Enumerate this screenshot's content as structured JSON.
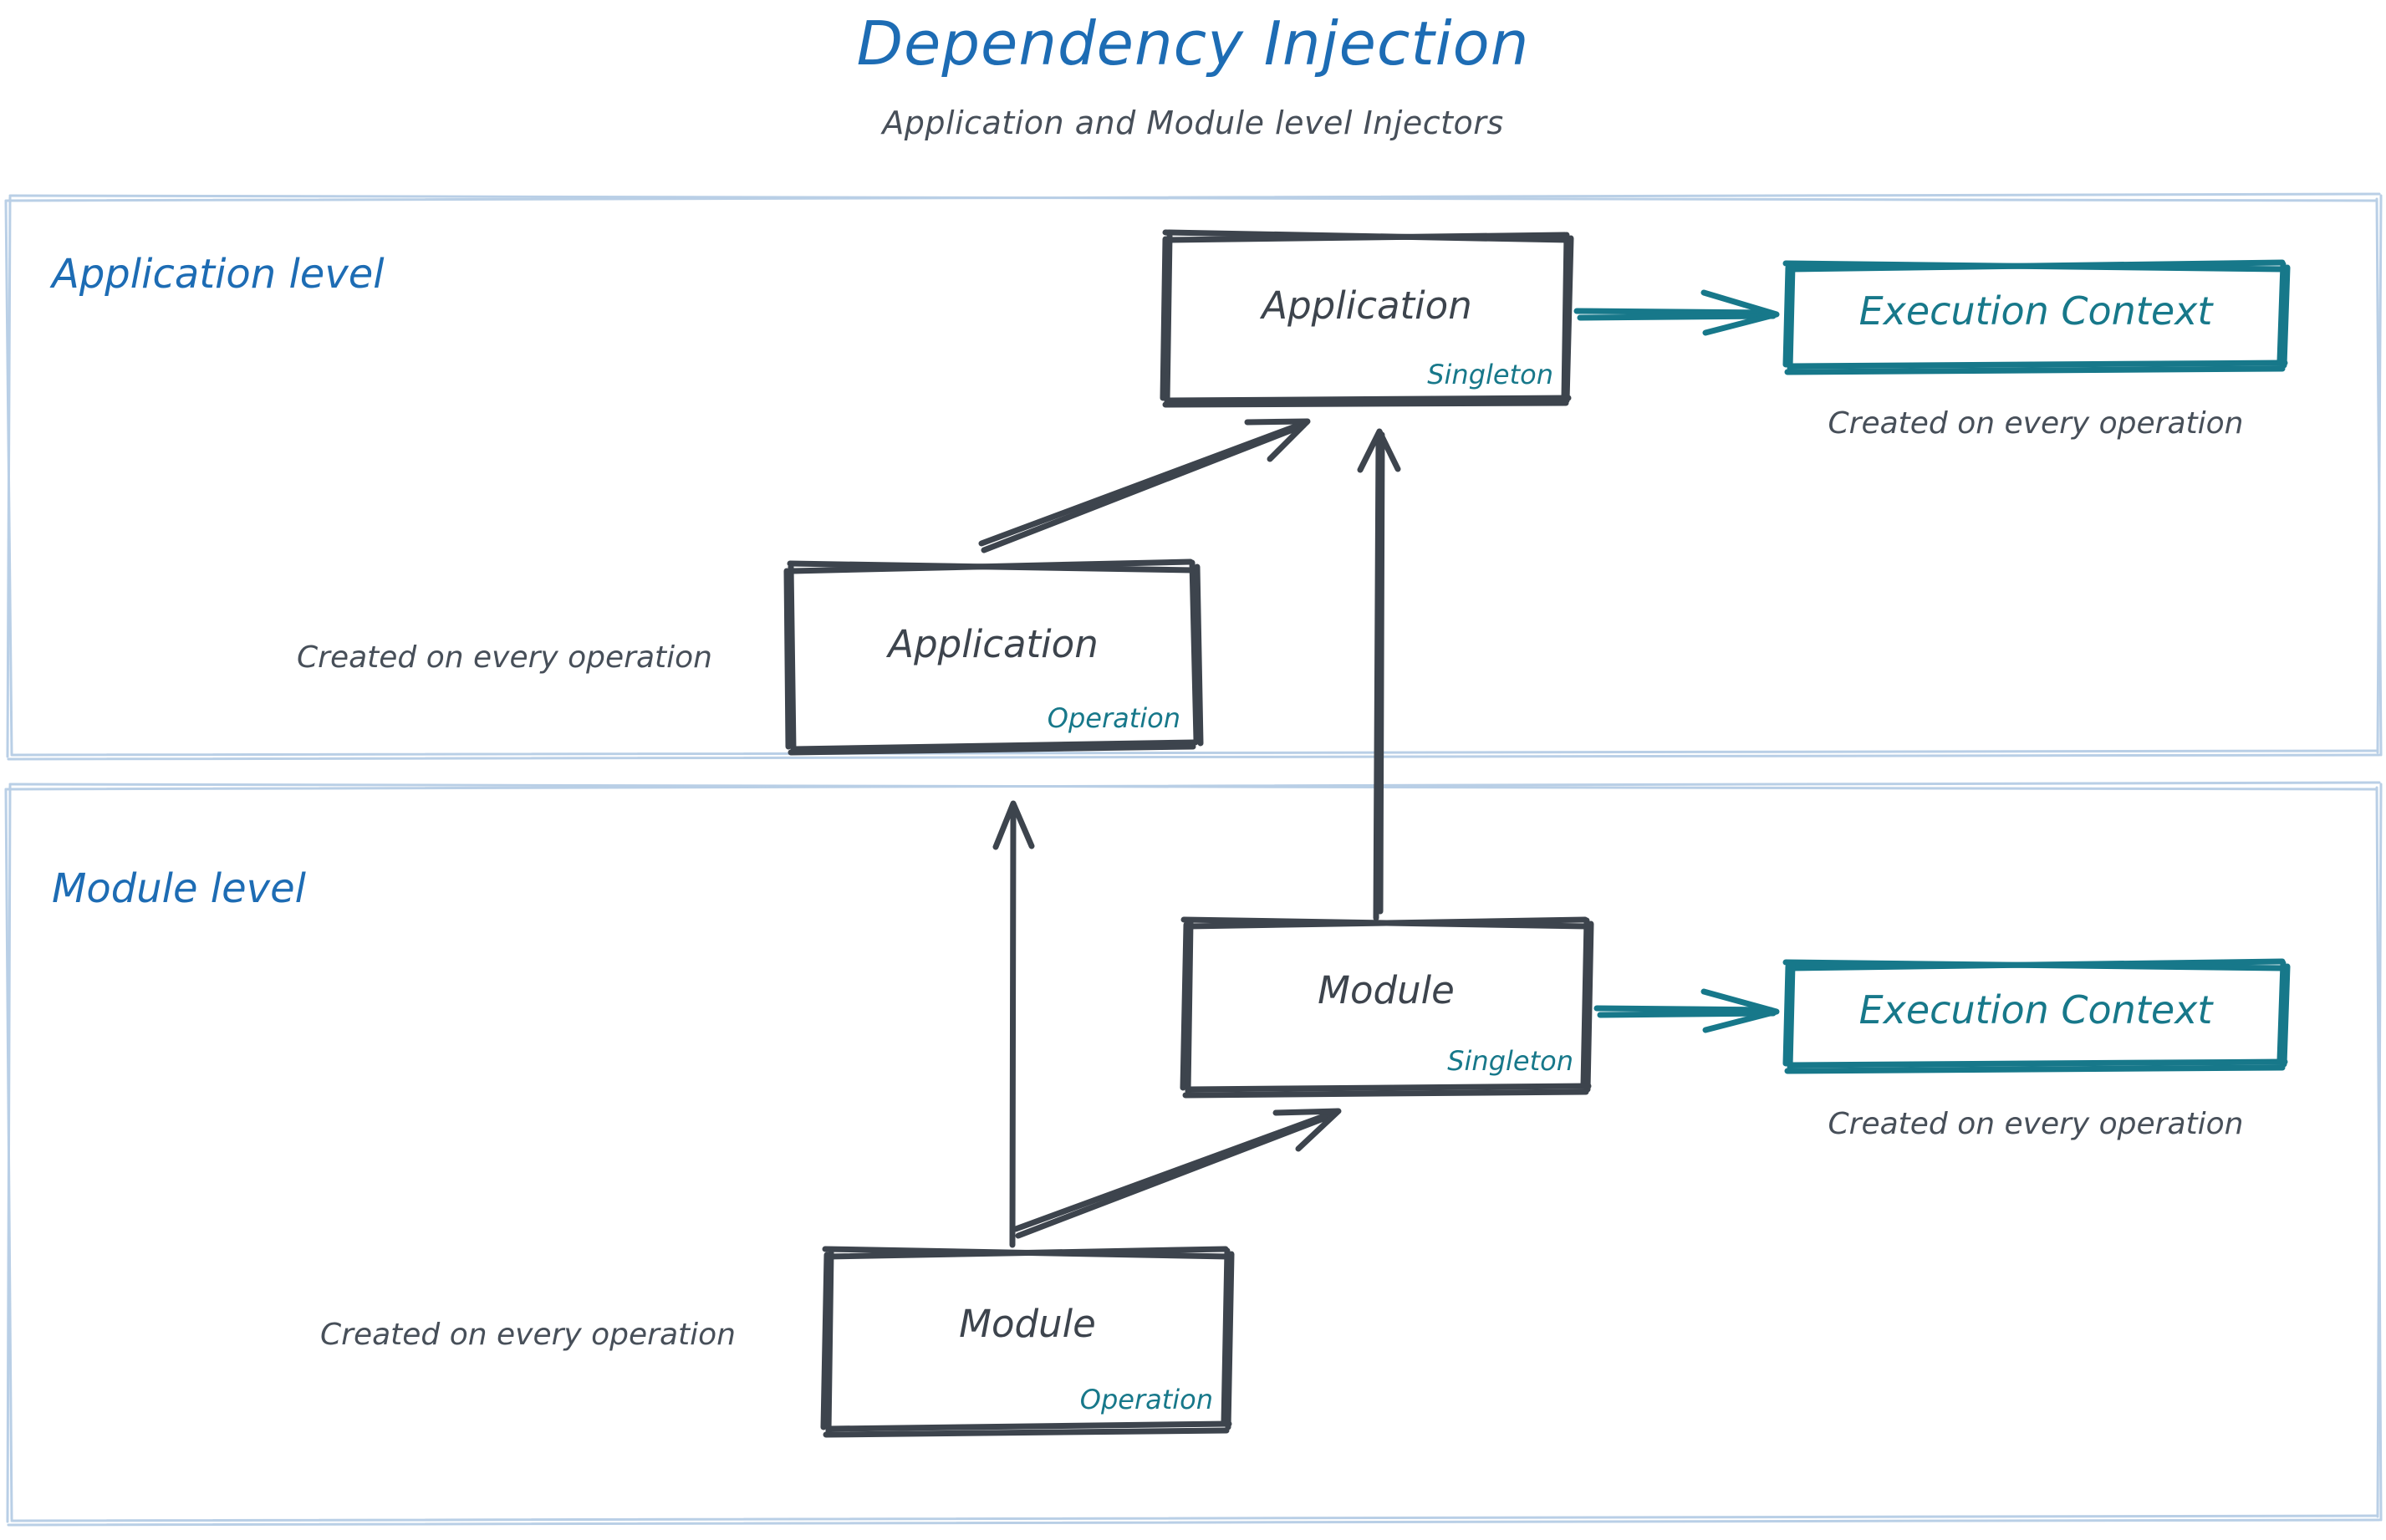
{
  "header": {
    "title": "Dependency Injection",
    "subtitle": "Application and Module level Injectors"
  },
  "colors": {
    "blue": "#1d6cb4",
    "panel_border": "#b9cfe6",
    "ink": "#3d444d",
    "note": "#474f59",
    "teal": "#17788a",
    "background": "#ffffff"
  },
  "panels": [
    {
      "id": "application-level",
      "label": "Application level"
    },
    {
      "id": "module-level",
      "label": "Module level"
    }
  ],
  "nodes": [
    {
      "id": "application-singleton",
      "title": "Application",
      "scope": "Singleton",
      "panel": "application-level"
    },
    {
      "id": "application-operation",
      "title": "Application",
      "scope": "Operation",
      "panel": "application-level"
    },
    {
      "id": "execution-context-application",
      "title": "Execution Context",
      "panel": "application-level"
    },
    {
      "id": "module-singleton",
      "title": "Module",
      "scope": "Singleton",
      "panel": "module-level"
    },
    {
      "id": "module-operation",
      "title": "Module",
      "scope": "Operation",
      "panel": "module-level"
    },
    {
      "id": "execution-context-module",
      "title": "Execution Context",
      "panel": "module-level"
    }
  ],
  "notes": [
    {
      "id": "note-exec-context-application",
      "text": "Created on every operation"
    },
    {
      "id": "note-application-operation",
      "text": "Created on every operation"
    },
    {
      "id": "note-exec-context-module",
      "text": "Created on every operation"
    },
    {
      "id": "note-module-operation",
      "text": "Created on every operation"
    }
  ],
  "edges": [
    {
      "id": "edge-application-operation-to-application-singleton",
      "from": "application-operation",
      "to": "application-singleton",
      "color": "#3d444d"
    },
    {
      "id": "edge-application-singleton-to-execution-context",
      "from": "application-singleton",
      "to": "execution-context-application",
      "color": "#17788a"
    },
    {
      "id": "edge-module-singleton-to-application-singleton",
      "from": "module-singleton",
      "to": "application-singleton",
      "color": "#3d444d"
    },
    {
      "id": "edge-module-operation-to-application-operation",
      "from": "module-operation",
      "to": "application-operation",
      "color": "#3d444d"
    },
    {
      "id": "edge-module-operation-to-module-singleton",
      "from": "module-operation",
      "to": "module-singleton",
      "color": "#3d444d"
    },
    {
      "id": "edge-module-singleton-to-execution-context",
      "from": "module-singleton",
      "to": "execution-context-module",
      "color": "#17788a"
    }
  ]
}
